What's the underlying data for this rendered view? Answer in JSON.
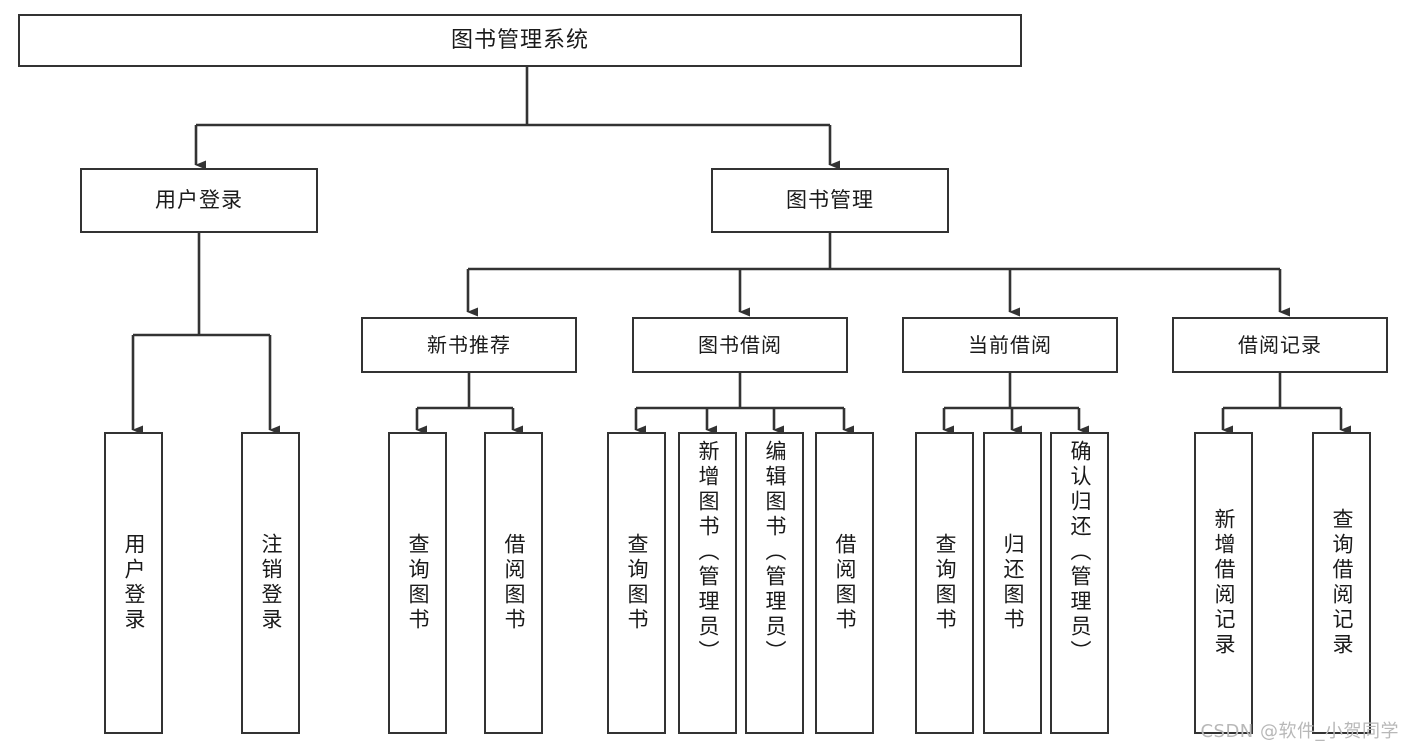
{
  "diagram": {
    "type": "tree",
    "title": "图书管理系统",
    "colors": {
      "box_border": "#333333",
      "box_fill": "#ffffff",
      "connector": "#333333",
      "text": "#1a1a1a",
      "watermark": "#b8b8b8",
      "background": "#ffffff"
    },
    "root": {
      "label": "图书管理系统"
    },
    "level2": [
      {
        "label": "用户登录"
      },
      {
        "label": "图书管理"
      }
    ],
    "level3": [
      {
        "label": "新书推荐"
      },
      {
        "label": "图书借阅"
      },
      {
        "label": "当前借阅"
      },
      {
        "label": "借阅记录"
      }
    ],
    "leaves": {
      "user_login": [
        {
          "label": "用户登录"
        },
        {
          "label": "注销登录"
        }
      ],
      "new_book": [
        {
          "label": "查询图书"
        },
        {
          "label": "借阅图书"
        }
      ],
      "book_borrow": [
        {
          "label": "查询图书"
        },
        {
          "label": "新增图书（管理员）"
        },
        {
          "label": "编辑图书（管理员）"
        },
        {
          "label": "借阅图书"
        }
      ],
      "current_borrow": [
        {
          "label": "查询图书"
        },
        {
          "label": "归还图书"
        },
        {
          "label": "确认归还（管理员）"
        }
      ],
      "borrow_record": [
        {
          "label": "新增借阅记录"
        },
        {
          "label": "查询借阅记录"
        }
      ]
    },
    "watermark": "CSDN @软件_小贺同学"
  }
}
